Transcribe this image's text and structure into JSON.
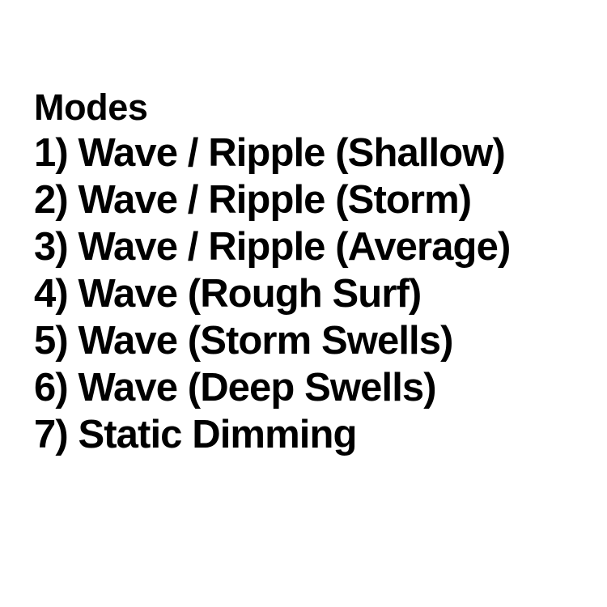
{
  "document": {
    "background_color": "#ffffff",
    "text_color": "#000000",
    "heading": "Modes",
    "modes": [
      {
        "number": "1)",
        "label": "1) Wave / Ripple (Shallow)"
      },
      {
        "number": "2)",
        "label": "2) Wave / Ripple (Storm)"
      },
      {
        "number": "3)",
        "label": "3) Wave / Ripple (Average)"
      },
      {
        "number": "4)",
        "label": "4) Wave (Rough Surf)"
      },
      {
        "number": "5)",
        "label": "5) Wave (Storm Swells)"
      },
      {
        "number": "6)",
        "label": "6) Wave (Deep Swells)"
      },
      {
        "number": "7)",
        "label": "7) Static Dimming"
      }
    ]
  }
}
